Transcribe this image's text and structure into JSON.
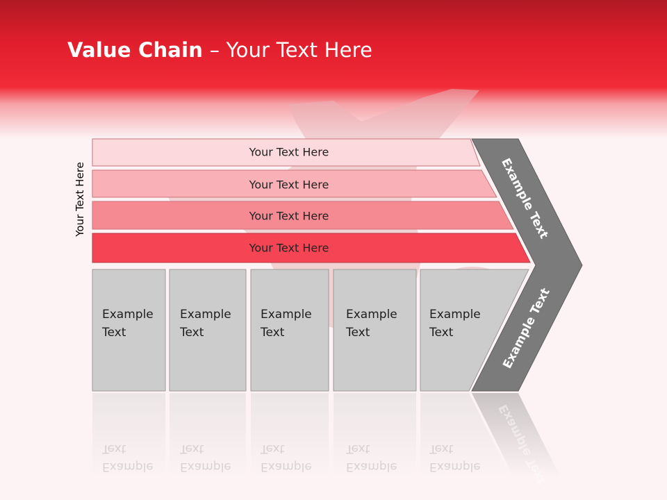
{
  "slide": {
    "title_bold": "Value Chain",
    "title_rest": " – Your Text Here",
    "side_label": "Your Text Here"
  },
  "bands": [
    {
      "label": "Your Text Here",
      "color": "#fcd9dc"
    },
    {
      "label": "Your Text Here",
      "color": "#f9b0b6"
    },
    {
      "label": "Your Text Here",
      "color": "#f68a92"
    },
    {
      "label": "Your Text Here",
      "color": "#f54555"
    }
  ],
  "boxes": [
    {
      "line1": "Example",
      "line2": "Text"
    },
    {
      "line1": "Example",
      "line2": "Text"
    },
    {
      "line1": "Example",
      "line2": "Text"
    },
    {
      "line1": "Example",
      "line2": "Text"
    },
    {
      "line1": "Example",
      "line2": "Text"
    }
  ],
  "chevron": {
    "upper_label": "Example Text",
    "lower_label": "Example Text",
    "color": "#7b7b7b"
  },
  "colors": {
    "header_red": "#e8202e",
    "box_gray": "#cccccc"
  }
}
